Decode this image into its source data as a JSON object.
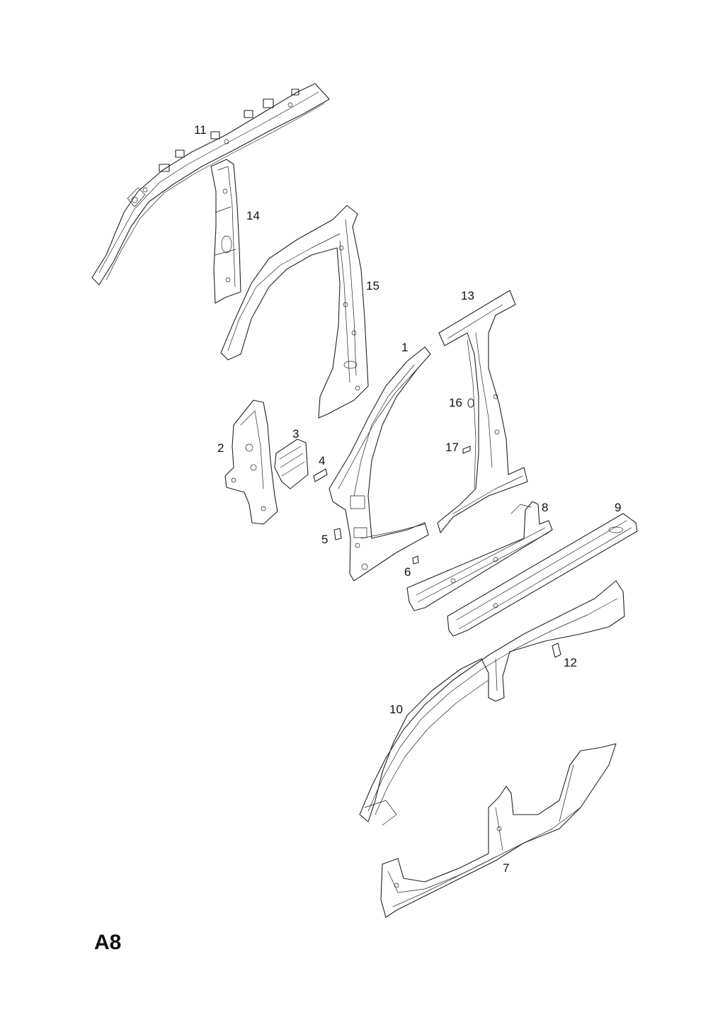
{
  "diagram": {
    "sheet_code": "A8",
    "parts": [
      {
        "id": "part-1",
        "label": "1"
      },
      {
        "id": "part-2",
        "label": "2"
      },
      {
        "id": "part-3",
        "label": "3"
      },
      {
        "id": "part-4",
        "label": "4"
      },
      {
        "id": "part-5",
        "label": "5"
      },
      {
        "id": "part-6",
        "label": "6"
      },
      {
        "id": "part-7",
        "label": "7"
      },
      {
        "id": "part-8",
        "label": "8"
      },
      {
        "id": "part-9",
        "label": "9"
      },
      {
        "id": "part-10",
        "label": "10"
      },
      {
        "id": "part-11",
        "label": "11"
      },
      {
        "id": "part-12",
        "label": "12"
      },
      {
        "id": "part-13",
        "label": "13"
      },
      {
        "id": "part-14",
        "label": "14"
      },
      {
        "id": "part-15",
        "label": "15"
      },
      {
        "id": "part-16",
        "label": "16"
      },
      {
        "id": "part-17",
        "label": "17"
      }
    ]
  }
}
